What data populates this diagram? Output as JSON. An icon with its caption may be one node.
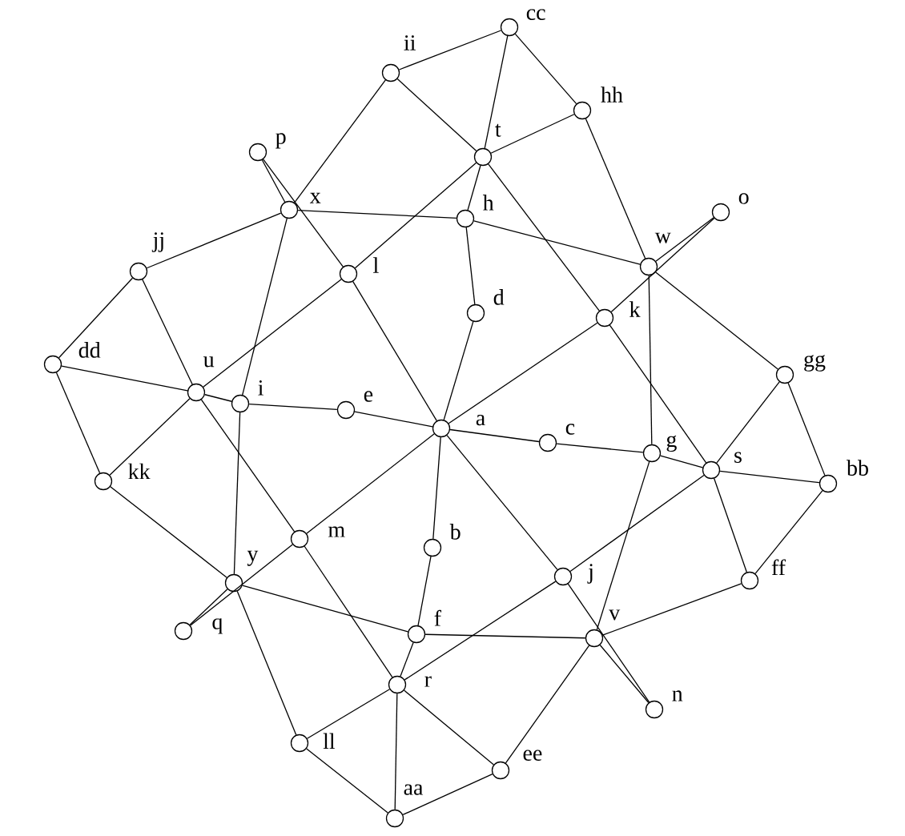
{
  "diagram": {
    "nodes": [
      {
        "text": [],
        "shape": "circle",
        "beside": [
          "cc"
        ]
      },
      {
        "text": [],
        "shape": "circle",
        "beside": [
          "ii"
        ]
      },
      {
        "text": [],
        "shape": "circle",
        "beside": [
          "hh"
        ]
      },
      {
        "text": [],
        "shape": "circle",
        "beside": [
          "p"
        ]
      },
      {
        "text": [],
        "shape": "circle",
        "beside": [
          "t"
        ]
      },
      {
        "text": [],
        "shape": "circle",
        "beside": [
          "x"
        ]
      },
      {
        "text": [],
        "shape": "circle",
        "beside": [
          "o"
        ]
      },
      {
        "text": [],
        "shape": "circle",
        "beside": [
          "h"
        ]
      },
      {
        "text": [],
        "shape": "circle",
        "beside": [
          "w"
        ]
      },
      {
        "text": [],
        "shape": "circle",
        "beside": [
          "jj"
        ]
      },
      {
        "text": [],
        "shape": "circle",
        "beside": [
          "l"
        ]
      },
      {
        "text": [],
        "shape": "circle",
        "beside": [
          "d"
        ]
      },
      {
        "text": [],
        "shape": "circle",
        "beside": [
          "k"
        ]
      },
      {
        "text": [],
        "shape": "circle",
        "beside": [
          "dd"
        ]
      },
      {
        "text": [],
        "shape": "circle",
        "beside": [
          "gg"
        ]
      },
      {
        "text": [],
        "shape": "circle",
        "beside": [
          "u"
        ]
      },
      {
        "text": [],
        "shape": "circle",
        "beside": [
          "i"
        ]
      },
      {
        "text": [],
        "shape": "circle",
        "beside": [
          "e"
        ]
      },
      {
        "text": [],
        "shape": "circle",
        "beside": [
          "a"
        ]
      },
      {
        "text": [],
        "shape": "circle",
        "beside": [
          "c"
        ]
      },
      {
        "text": [],
        "shape": "circle",
        "beside": [
          "g"
        ]
      },
      {
        "text": [],
        "shape": "circle",
        "beside": [
          "s"
        ]
      },
      {
        "text": [],
        "shape": "circle",
        "beside": [
          "kk"
        ]
      },
      {
        "text": [],
        "shape": "circle",
        "beside": [
          "bb"
        ]
      },
      {
        "text": [],
        "shape": "circle",
        "beside": [
          "m"
        ]
      },
      {
        "text": [],
        "shape": "circle",
        "beside": [
          "b"
        ]
      },
      {
        "text": [],
        "shape": "circle",
        "beside": [
          "j"
        ]
      },
      {
        "text": [],
        "shape": "circle",
        "beside": [
          "ff"
        ]
      },
      {
        "text": [],
        "shape": "circle",
        "beside": [
          "y"
        ]
      },
      {
        "text": [],
        "shape": "circle",
        "beside": [
          "q"
        ]
      },
      {
        "text": [],
        "shape": "circle",
        "beside": [
          "f"
        ]
      },
      {
        "text": [],
        "shape": "circle",
        "beside": [
          "v"
        ]
      },
      {
        "text": [],
        "shape": "circle",
        "beside": [
          "r"
        ]
      },
      {
        "text": [],
        "shape": "circle",
        "beside": [
          "n"
        ]
      },
      {
        "text": [],
        "shape": "circle",
        "beside": [
          "ll"
        ]
      },
      {
        "text": [],
        "shape": "circle",
        "beside": [
          "ee"
        ]
      },
      {
        "text": [],
        "shape": "circle",
        "beside": [
          "aa"
        ]
      }
    ],
    "edges": [
      {
        "from": 1,
        "to": 0,
        "arrow": "none"
      },
      {
        "from": 0,
        "to": 4,
        "arrow": "none"
      },
      {
        "from": 0,
        "to": 2,
        "arrow": "none"
      },
      {
        "from": 1,
        "to": 4,
        "arrow": "none"
      },
      {
        "from": 1,
        "to": 5,
        "arrow": "none"
      },
      {
        "from": 2,
        "to": 4,
        "arrow": "none"
      },
      {
        "from": 2,
        "to": 8,
        "arrow": "none"
      },
      {
        "from": 4,
        "to": 7,
        "arrow": "none"
      },
      {
        "from": 4,
        "to": 10,
        "arrow": "none"
      },
      {
        "from": 4,
        "to": 12,
        "arrow": "none"
      },
      {
        "from": 3,
        "to": 5,
        "arrow": "none"
      },
      {
        "from": 3,
        "to": 10,
        "arrow": "none"
      },
      {
        "from": 5,
        "to": 7,
        "arrow": "none"
      },
      {
        "from": 5,
        "to": 9,
        "arrow": "none"
      },
      {
        "from": 5,
        "to": 16,
        "arrow": "none"
      },
      {
        "from": 7,
        "to": 8,
        "arrow": "none"
      },
      {
        "from": 7,
        "to": 11,
        "arrow": "none"
      },
      {
        "from": 6,
        "to": 8,
        "arrow": "none"
      },
      {
        "from": 6,
        "to": 12,
        "arrow": "none"
      },
      {
        "from": 9,
        "to": 13,
        "arrow": "none"
      },
      {
        "from": 9,
        "to": 15,
        "arrow": "none"
      },
      {
        "from": 10,
        "to": 15,
        "arrow": "none"
      },
      {
        "from": 10,
        "to": 18,
        "arrow": "none"
      },
      {
        "from": 11,
        "to": 18,
        "arrow": "none"
      },
      {
        "from": 12,
        "to": 18,
        "arrow": "none"
      },
      {
        "from": 12,
        "to": 21,
        "arrow": "none"
      },
      {
        "from": 8,
        "to": 20,
        "arrow": "none"
      },
      {
        "from": 8,
        "to": 14,
        "arrow": "none"
      },
      {
        "from": 13,
        "to": 15,
        "arrow": "none"
      },
      {
        "from": 13,
        "to": 22,
        "arrow": "none"
      },
      {
        "from": 15,
        "to": 16,
        "arrow": "none"
      },
      {
        "from": 15,
        "to": 22,
        "arrow": "none"
      },
      {
        "from": 15,
        "to": 24,
        "arrow": "none"
      },
      {
        "from": 16,
        "to": 17,
        "arrow": "none"
      },
      {
        "from": 16,
        "to": 28,
        "arrow": "none"
      },
      {
        "from": 17,
        "to": 18,
        "arrow": "none"
      },
      {
        "from": 18,
        "to": 19,
        "arrow": "none"
      },
      {
        "from": 18,
        "to": 24,
        "arrow": "none"
      },
      {
        "from": 18,
        "to": 25,
        "arrow": "none"
      },
      {
        "from": 18,
        "to": 26,
        "arrow": "none"
      },
      {
        "from": 19,
        "to": 20,
        "arrow": "none"
      },
      {
        "from": 20,
        "to": 21,
        "arrow": "none"
      },
      {
        "from": 20,
        "to": 31,
        "arrow": "none"
      },
      {
        "from": 14,
        "to": 21,
        "arrow": "none"
      },
      {
        "from": 14,
        "to": 23,
        "arrow": "none"
      },
      {
        "from": 21,
        "to": 23,
        "arrow": "none"
      },
      {
        "from": 21,
        "to": 27,
        "arrow": "none"
      },
      {
        "from": 21,
        "to": 26,
        "arrow": "none"
      },
      {
        "from": 23,
        "to": 27,
        "arrow": "none"
      },
      {
        "from": 22,
        "to": 28,
        "arrow": "none"
      },
      {
        "from": 24,
        "to": 32,
        "arrow": "none"
      },
      {
        "from": 25,
        "to": 30,
        "arrow": "none"
      },
      {
        "from": 28,
        "to": 30,
        "arrow": "none"
      },
      {
        "from": 28,
        "to": 34,
        "arrow": "none"
      },
      {
        "from": 30,
        "to": 31,
        "arrow": "none"
      },
      {
        "from": 30,
        "to": 32,
        "arrow": "none"
      },
      {
        "from": 26,
        "to": 32,
        "arrow": "none"
      },
      {
        "from": 33,
        "to": 31,
        "arrow": "none"
      },
      {
        "from": 33,
        "to": 26,
        "arrow": "none"
      },
      {
        "from": 27,
        "to": 31,
        "arrow": "none"
      },
      {
        "from": 31,
        "to": 35,
        "arrow": "none"
      },
      {
        "from": 32,
        "to": 34,
        "arrow": "none"
      },
      {
        "from": 32,
        "to": 36,
        "arrow": "none"
      },
      {
        "from": 32,
        "to": 35,
        "arrow": "none"
      },
      {
        "from": 34,
        "to": 36,
        "arrow": "none"
      },
      {
        "from": 35,
        "to": 36,
        "arrow": "none"
      },
      {
        "from": 29,
        "to": 28,
        "arrow": "none"
      },
      {
        "from": 29,
        "to": 24,
        "arrow": "none"
      }
    ]
  }
}
